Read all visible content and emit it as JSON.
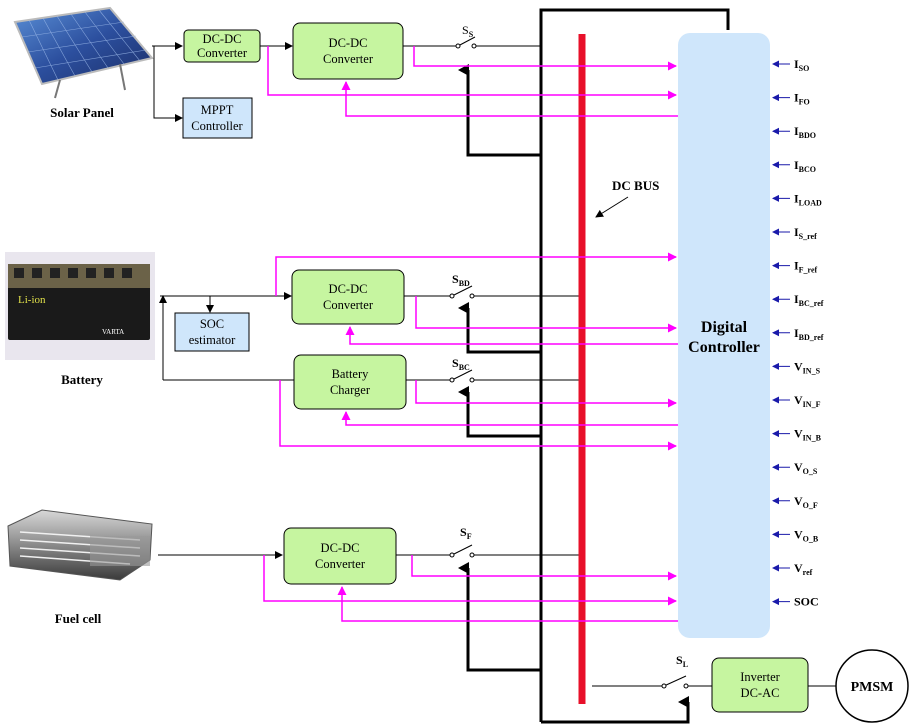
{
  "sources": {
    "solar": "Solar Panel",
    "battery": "Battery",
    "fuel": "Fuel cell",
    "battery_photo_text": "Li-ion",
    "battery_brand": "VARTA"
  },
  "blocks": {
    "solar_dcdc1": [
      "DC-DC",
      "Converter"
    ],
    "mppt": [
      "MPPT",
      "Controller"
    ],
    "solar_dcdc2": [
      "DC-DC",
      "Converter"
    ],
    "battery_dcdc": [
      "DC-DC",
      "Converter"
    ],
    "soc_estimator": [
      "SOC",
      "estimator"
    ],
    "battery_charger": [
      "Battery",
      "Charger"
    ],
    "fuel_dcdc": [
      "DC-DC",
      "Converter"
    ],
    "inverter": [
      "Inverter",
      "DC-AC"
    ],
    "pmsm": "PMSM",
    "controller": [
      "Digital",
      "Controller"
    ]
  },
  "bus_label": "DC BUS",
  "switches": [
    {
      "main": "S",
      "sub": "S"
    },
    {
      "main": "S",
      "sub": "BD"
    },
    {
      "main": "S",
      "sub": "BC"
    },
    {
      "main": "S",
      "sub": "F"
    },
    {
      "main": "S",
      "sub": "L"
    }
  ],
  "signals": [
    {
      "main": "I",
      "sub": "SO"
    },
    {
      "main": "I",
      "sub": "FO"
    },
    {
      "main": "I",
      "sub": "BDO"
    },
    {
      "main": "I",
      "sub": "BCO"
    },
    {
      "main": "I",
      "sub": "LOAD"
    },
    {
      "main": "I",
      "sub": "S_ref"
    },
    {
      "main": "I",
      "sub": "F_ref"
    },
    {
      "main": "I",
      "sub": "BC_ref"
    },
    {
      "main": "I",
      "sub": "BD_ref"
    },
    {
      "main": "V",
      "sub": "IN_S"
    },
    {
      "main": "V",
      "sub": "IN_F"
    },
    {
      "main": "V",
      "sub": "IN_B"
    },
    {
      "main": "V",
      "sub": "O_S"
    },
    {
      "main": "V",
      "sub": "O_F"
    },
    {
      "main": "V",
      "sub": "O_B"
    },
    {
      "main": "V",
      "sub": "ref"
    },
    {
      "main": "SOC",
      "sub": ""
    }
  ],
  "colors": {
    "block_fill": "#c6f5a0",
    "small_block_fill": "#cfe6fb",
    "controller_fill": "#cfe6fb",
    "bus": "#e8102a",
    "signal": "#ff00ff",
    "arrow_blue": "#1a1aaa"
  }
}
